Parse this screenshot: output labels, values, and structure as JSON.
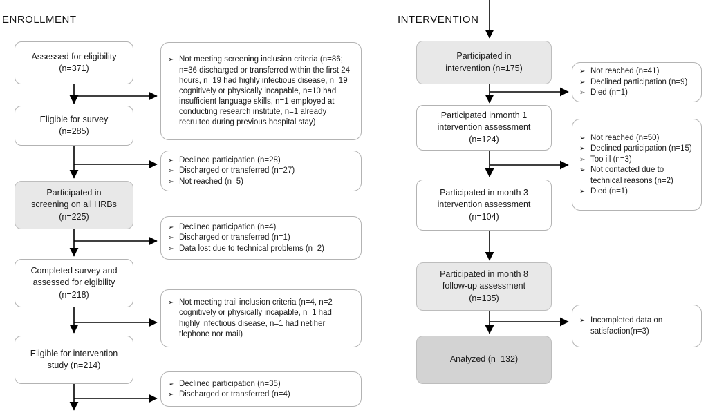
{
  "glyphs": {
    "bullet": "➢"
  },
  "colors": {
    "box_border": "#b3b3b3",
    "shaded_box": "#e8e8e8",
    "dark_box": "#d3d3d3",
    "arrow": "#000000"
  },
  "enrollment": {
    "heading": "ENROLLMENT",
    "boxes": [
      {
        "label": "Assessed for eligibility\n(n=371)"
      },
      {
        "label": "Eligible for survey\n(n=285)"
      },
      {
        "label": "Participated in\nscreening on all HRBs\n(n=225)"
      },
      {
        "label": "Completed survey and\nassessed for elgibility\n(n=218)"
      },
      {
        "label": "Eligible for intervention\nstudy (n=214)"
      }
    ],
    "side_boxes": [
      {
        "items": [
          "Not meeting screening inclusion criteria (n=86; n=36 discharged or transferred within the first 24 hours, n=19 had highly infectious disease, n=19 cognitively or physically incapable, n=10 had insufficient language skills, n=1 employed at conducting research institute, n=1 already recruited during previous hospital stay)"
        ]
      },
      {
        "items": [
          "Declined participation (n=28)",
          "Discharged or transferred (n=27)",
          "Not reached (n=5)"
        ]
      },
      {
        "items": [
          "Declined participation (n=4)",
          "Discharged or transferred (n=1)",
          "Data lost due to technical problems (n=2)"
        ]
      },
      {
        "items": [
          "Not meeting trail inclusion criteria (n=4, n=2 cognitively or physically incapable, n=1 had highly infectious disease, n=1 had netiher tlephone nor mail)"
        ]
      },
      {
        "items": [
          "Declined participation (n=35)",
          "Discharged or transferred (n=4)"
        ]
      }
    ]
  },
  "intervention": {
    "heading": "INTERVENTION",
    "boxes": [
      {
        "label": "Participated in\nintervention (n=175)"
      },
      {
        "label": "Participated inmonth 1\nintervention assessment\n(n=124)"
      },
      {
        "label": "Participated in month 3\nintervention assessment\n(n=104)"
      },
      {
        "label": "Participated in month 8\nfollow-up assessment\n(n=135)"
      },
      {
        "label": "Analyzed (n=132)"
      }
    ],
    "side_boxes": [
      {
        "items": [
          "Not reached (n=41)",
          "Declined participation (n=9)",
          "Died (n=1)"
        ]
      },
      {
        "items": [
          "Not reached (n=50)",
          "Declined participation (n=15)",
          "Too ill (n=3)",
          "Not contacted due to technical reasons (n=2)",
          "Died (n=1)"
        ]
      },
      {
        "items": [
          "Incompleted data on satisfaction(n=3)"
        ]
      }
    ]
  }
}
